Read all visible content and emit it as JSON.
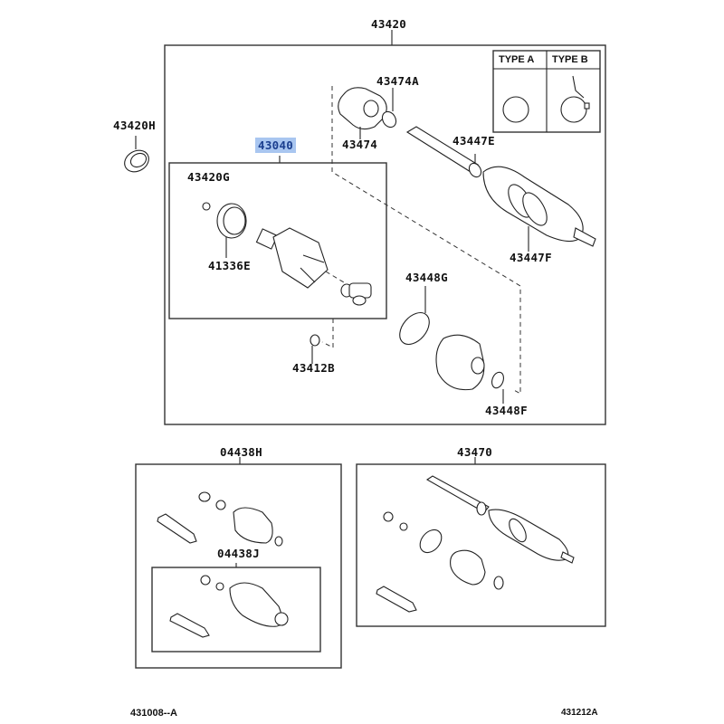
{
  "diagram": {
    "title_assembly": "43420",
    "selected_part": "43040",
    "callouts": {
      "p43420H": "43420H",
      "p43040": "43040",
      "p43420G": "43420G",
      "p41336E": "41336E",
      "p43474A": "43474A",
      "p43474": "43474",
      "p43447E": "43447E",
      "p43447F": "43447F",
      "p43448G": "43448G",
      "p43412B": "43412B",
      "p43448F": "43448F",
      "p04438H": "04438H",
      "p04438J": "04438J",
      "p43470": "43470"
    },
    "type_legend": {
      "type_a": "TYPE A",
      "type_b": "TYPE B"
    },
    "footer": {
      "left_code": "431008--A",
      "right_code": "431212A"
    },
    "colors": {
      "highlight_bg": "#a9c6f0",
      "highlight_text": "#1b3f8f"
    }
  }
}
